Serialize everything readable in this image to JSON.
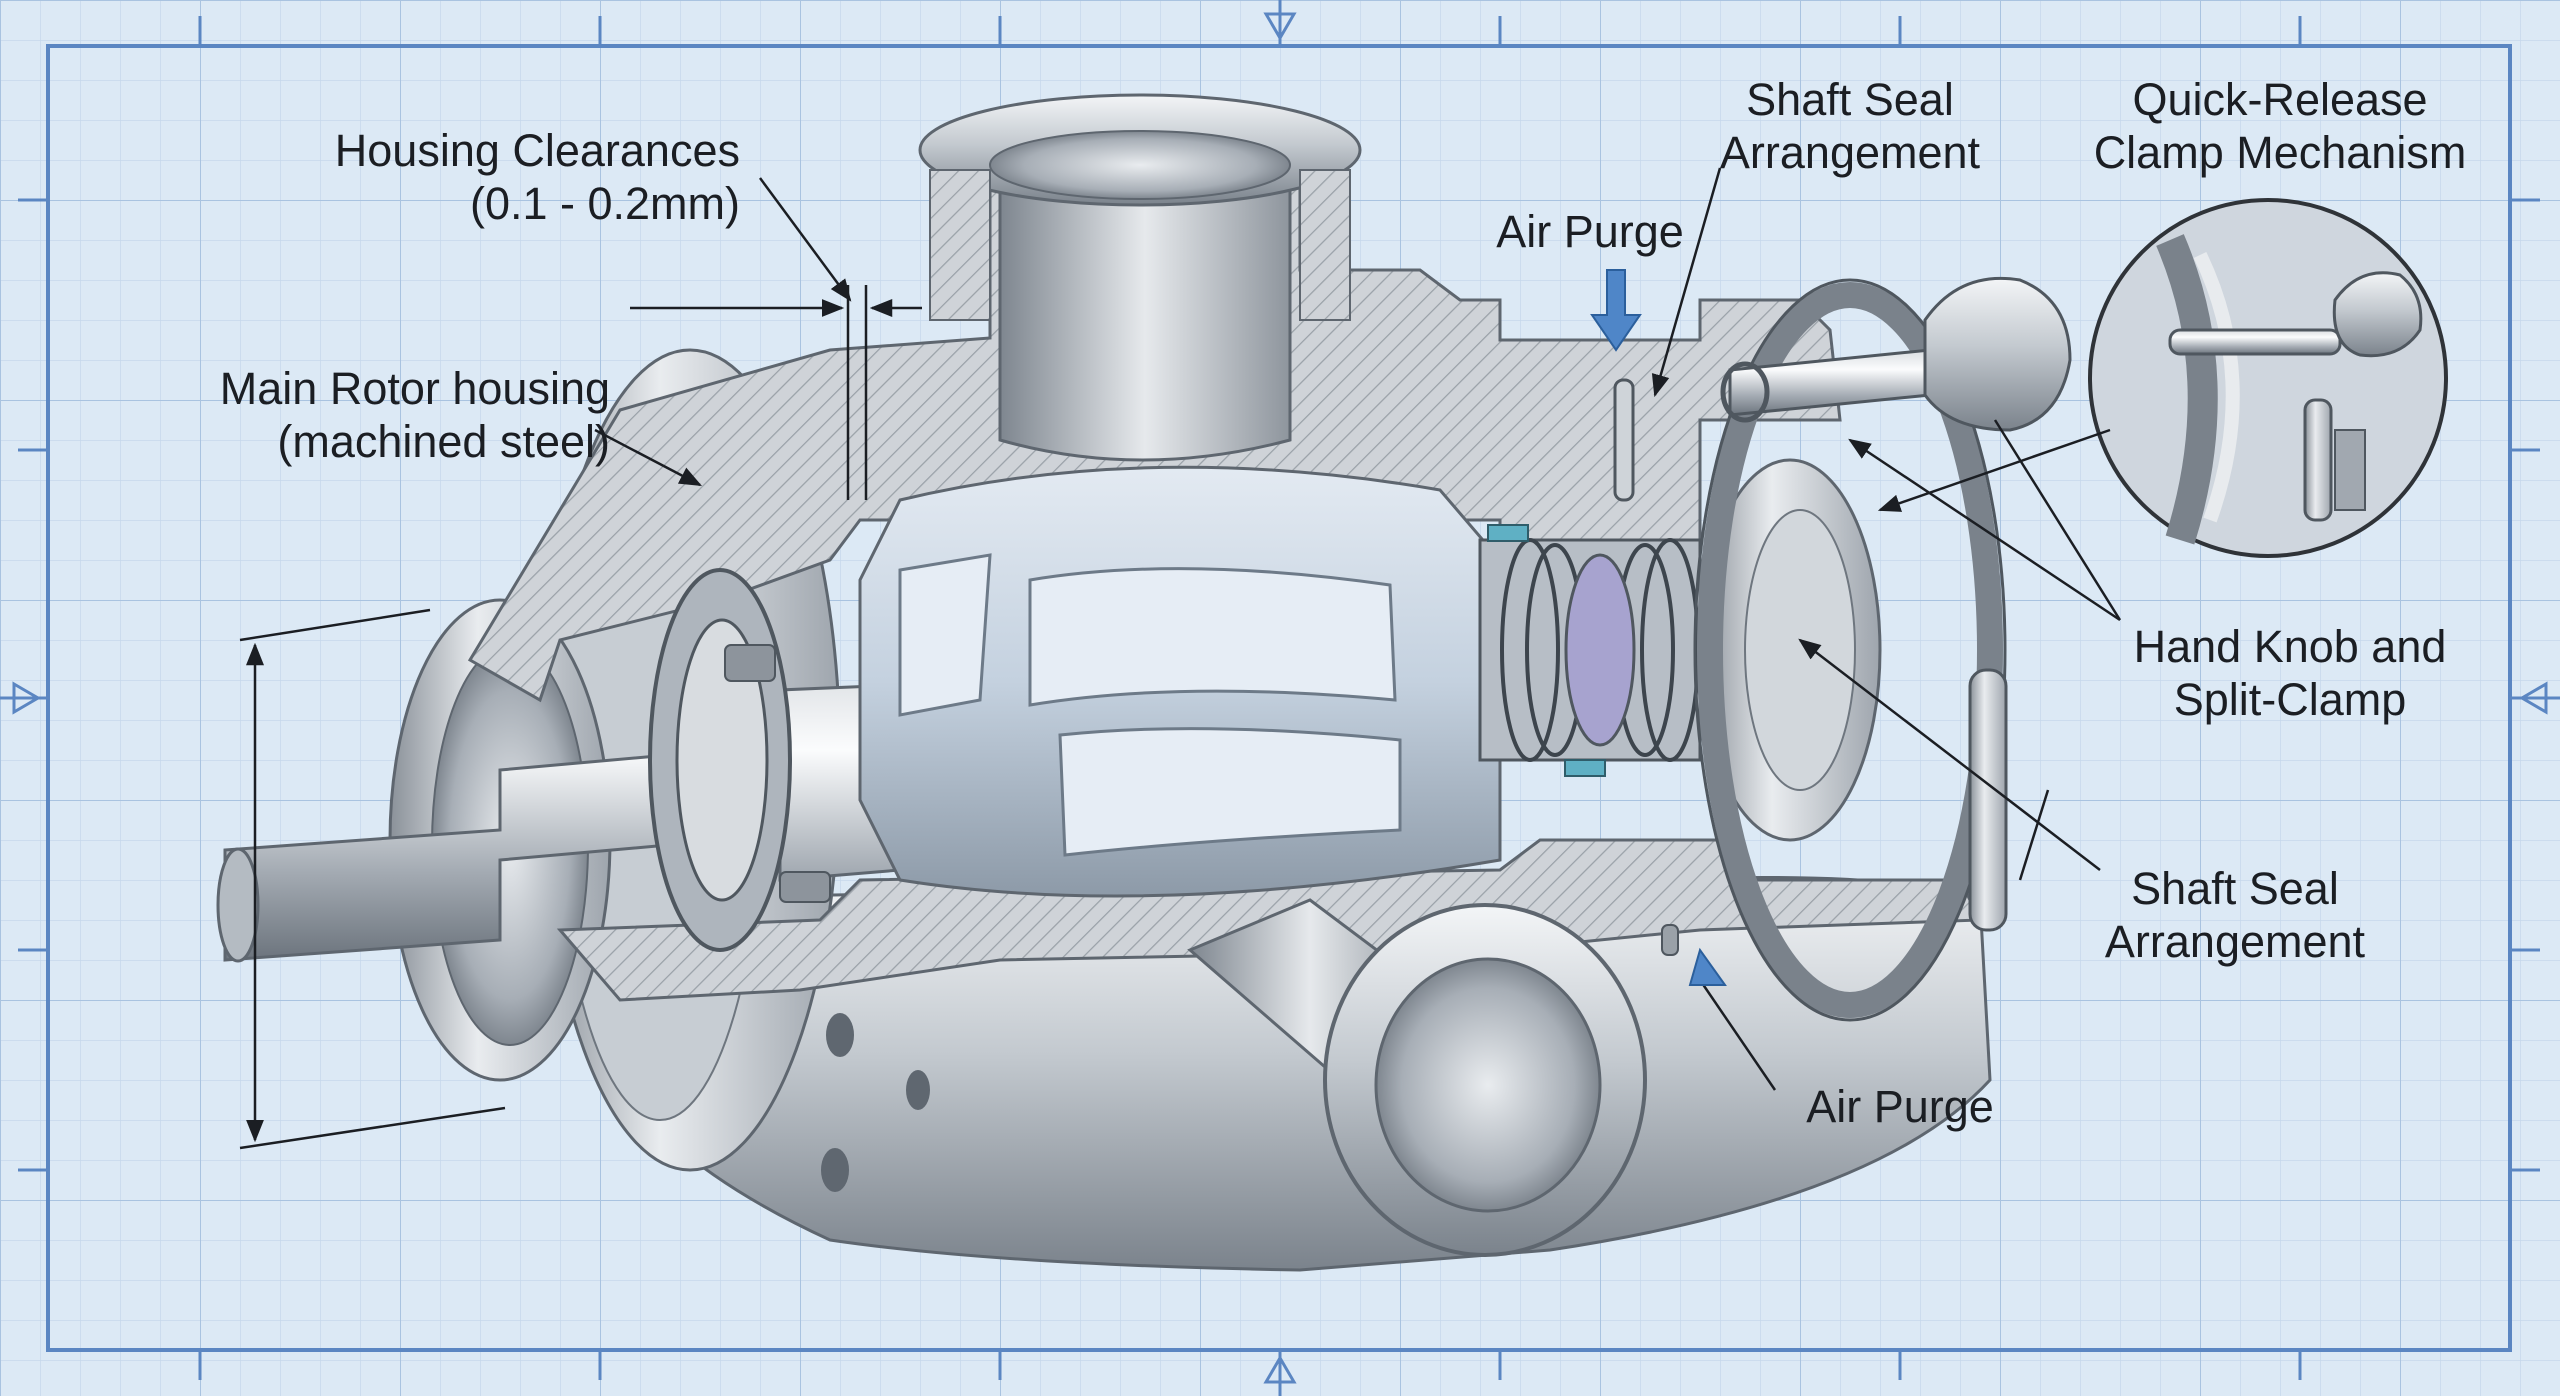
{
  "callouts": {
    "housing_clearances": [
      "Housing Clearances",
      "(0.1 - 0.2mm)"
    ],
    "main_rotor_housing": [
      "Main Rotor housing",
      "(machined steel)"
    ],
    "shaft_seal_top": [
      "Shaft Seal",
      "Arrangement"
    ],
    "quick_release": [
      "Quick-Release",
      "Clamp Mechanism"
    ],
    "air_purge_top": [
      "Air Purge"
    ],
    "hand_knob": [
      "Hand Knob and",
      "Split-Clamp"
    ],
    "shaft_seal_lower": [
      "Shaft Seal",
      "Arrangement"
    ],
    "air_purge_lower": [
      "Air Purge"
    ]
  },
  "colors": {
    "paper": "#dce9f5",
    "grid_minor": "#c6d8ec",
    "grid_major": "#a9c3e0",
    "frame": "#5b86c2",
    "metal_light": "#eef1f4",
    "metal_mid": "#b9c0c8",
    "metal_dark": "#6f7780",
    "section_hatch": "#9aa1a8",
    "rotor_blue": "#c9d6e4",
    "seal_purple": "#a7a3cf",
    "seal_teal": "#5fb0c4",
    "arrow_blue": "#4f86c8",
    "leader": "#1b1e23"
  }
}
